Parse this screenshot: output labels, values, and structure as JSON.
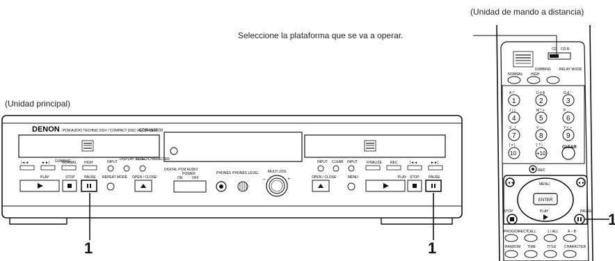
{
  "captions": {
    "remote_unit": "(Unidad de mando a distancia)",
    "select_platform": "Seleccione la plataforma que se va a operar.",
    "main_unit": "(Unidad principal)"
  },
  "callouts": {
    "left_pause": "1",
    "right_pause": "1",
    "remote_pause": "1"
  },
  "main_unit": {
    "brand": "DENON",
    "model_line": "PCM AUDIO TECHNIC DGV / COMPACT DISC RECORDER",
    "model": "CDR-W1500",
    "left_deck": {
      "btn_top_labels": [
        "|◄◄",
        "►►|",
        "NORMAL",
        "HIGH",
        "INPUT",
        "DISPLAY SELECT",
        "TITLE / CHARACTER"
      ],
      "dubbing_label": "DUBBING",
      "play": "PLAY",
      "stop": "STOP",
      "pause": "PAUSE",
      "repeat": "REPEAT MODE",
      "open_close": "OPEN / CLOSE"
    },
    "center": {
      "power": "POWER",
      "on": "ON",
      "off": "OFF",
      "phones": "PHONES",
      "phones_level": "PHONES LEVEL",
      "multi_jog": "MULTI JOG"
    },
    "right_deck": {
      "btn_top_labels": [
        "INPUT",
        "CLEAR",
        "INPUT",
        "FINALIZE",
        "REC",
        "|◄◄",
        "►►|"
      ],
      "open_close": "OPEN / CLOSE",
      "menu": "MENU",
      "play": "PLAY",
      "stop": "STOP",
      "pause": "PAUSE"
    }
  },
  "remote": {
    "cd": "CD",
    "cdr": "CD-R",
    "dubbing": "DUBBING",
    "normal": "NORMAL",
    "high": "HIGH",
    "relay_mode": "RELAY MODE",
    "numbers": [
      "1",
      "2",
      "3",
      "4",
      "5",
      "6",
      "7",
      "8",
      "9",
      "10",
      "+10",
      "CLEAR"
    ],
    "num_tags": [
      "A !\"",
      "D # $",
      "G & '",
      "J ( )",
      "M * +",
      "P , -",
      "S . /",
      "V : ;",
      "Y < >",
      "[ = ]",
      "{ ? }",
      ""
    ],
    "rec": "REC",
    "menu": "MENU",
    "enter": "ENTER",
    "play": "PLAY",
    "stop": "STOP",
    "pause": "PAUSE",
    "row1": [
      "PROG/DIRECT",
      "CALL",
      "1 / ALL",
      "A – B"
    ],
    "row2": [
      "RANDOM",
      "TIME",
      "TITLE",
      "CHARACTER"
    ]
  }
}
